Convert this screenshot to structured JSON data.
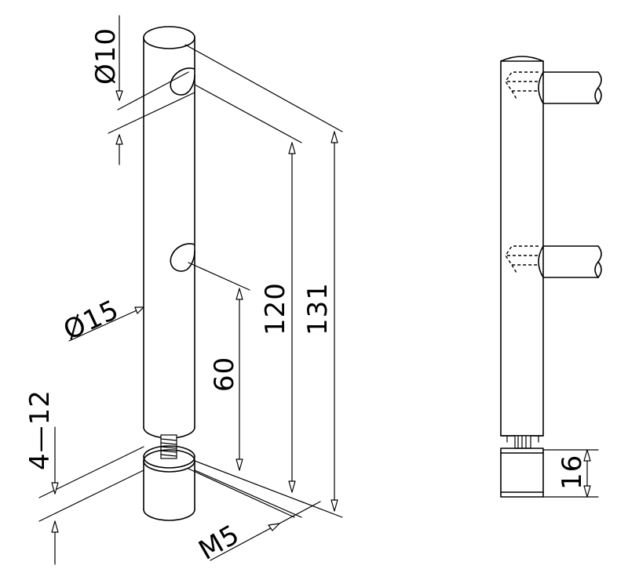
{
  "dimensions": {
    "shank_diameter": "Ø10",
    "post_diameter": "Ø15",
    "center_hole_height": "60",
    "hole_spacing_total": "120",
    "overall_length": "131",
    "adjust_range": "4—12",
    "thread": "M5",
    "foot_height": "16"
  }
}
